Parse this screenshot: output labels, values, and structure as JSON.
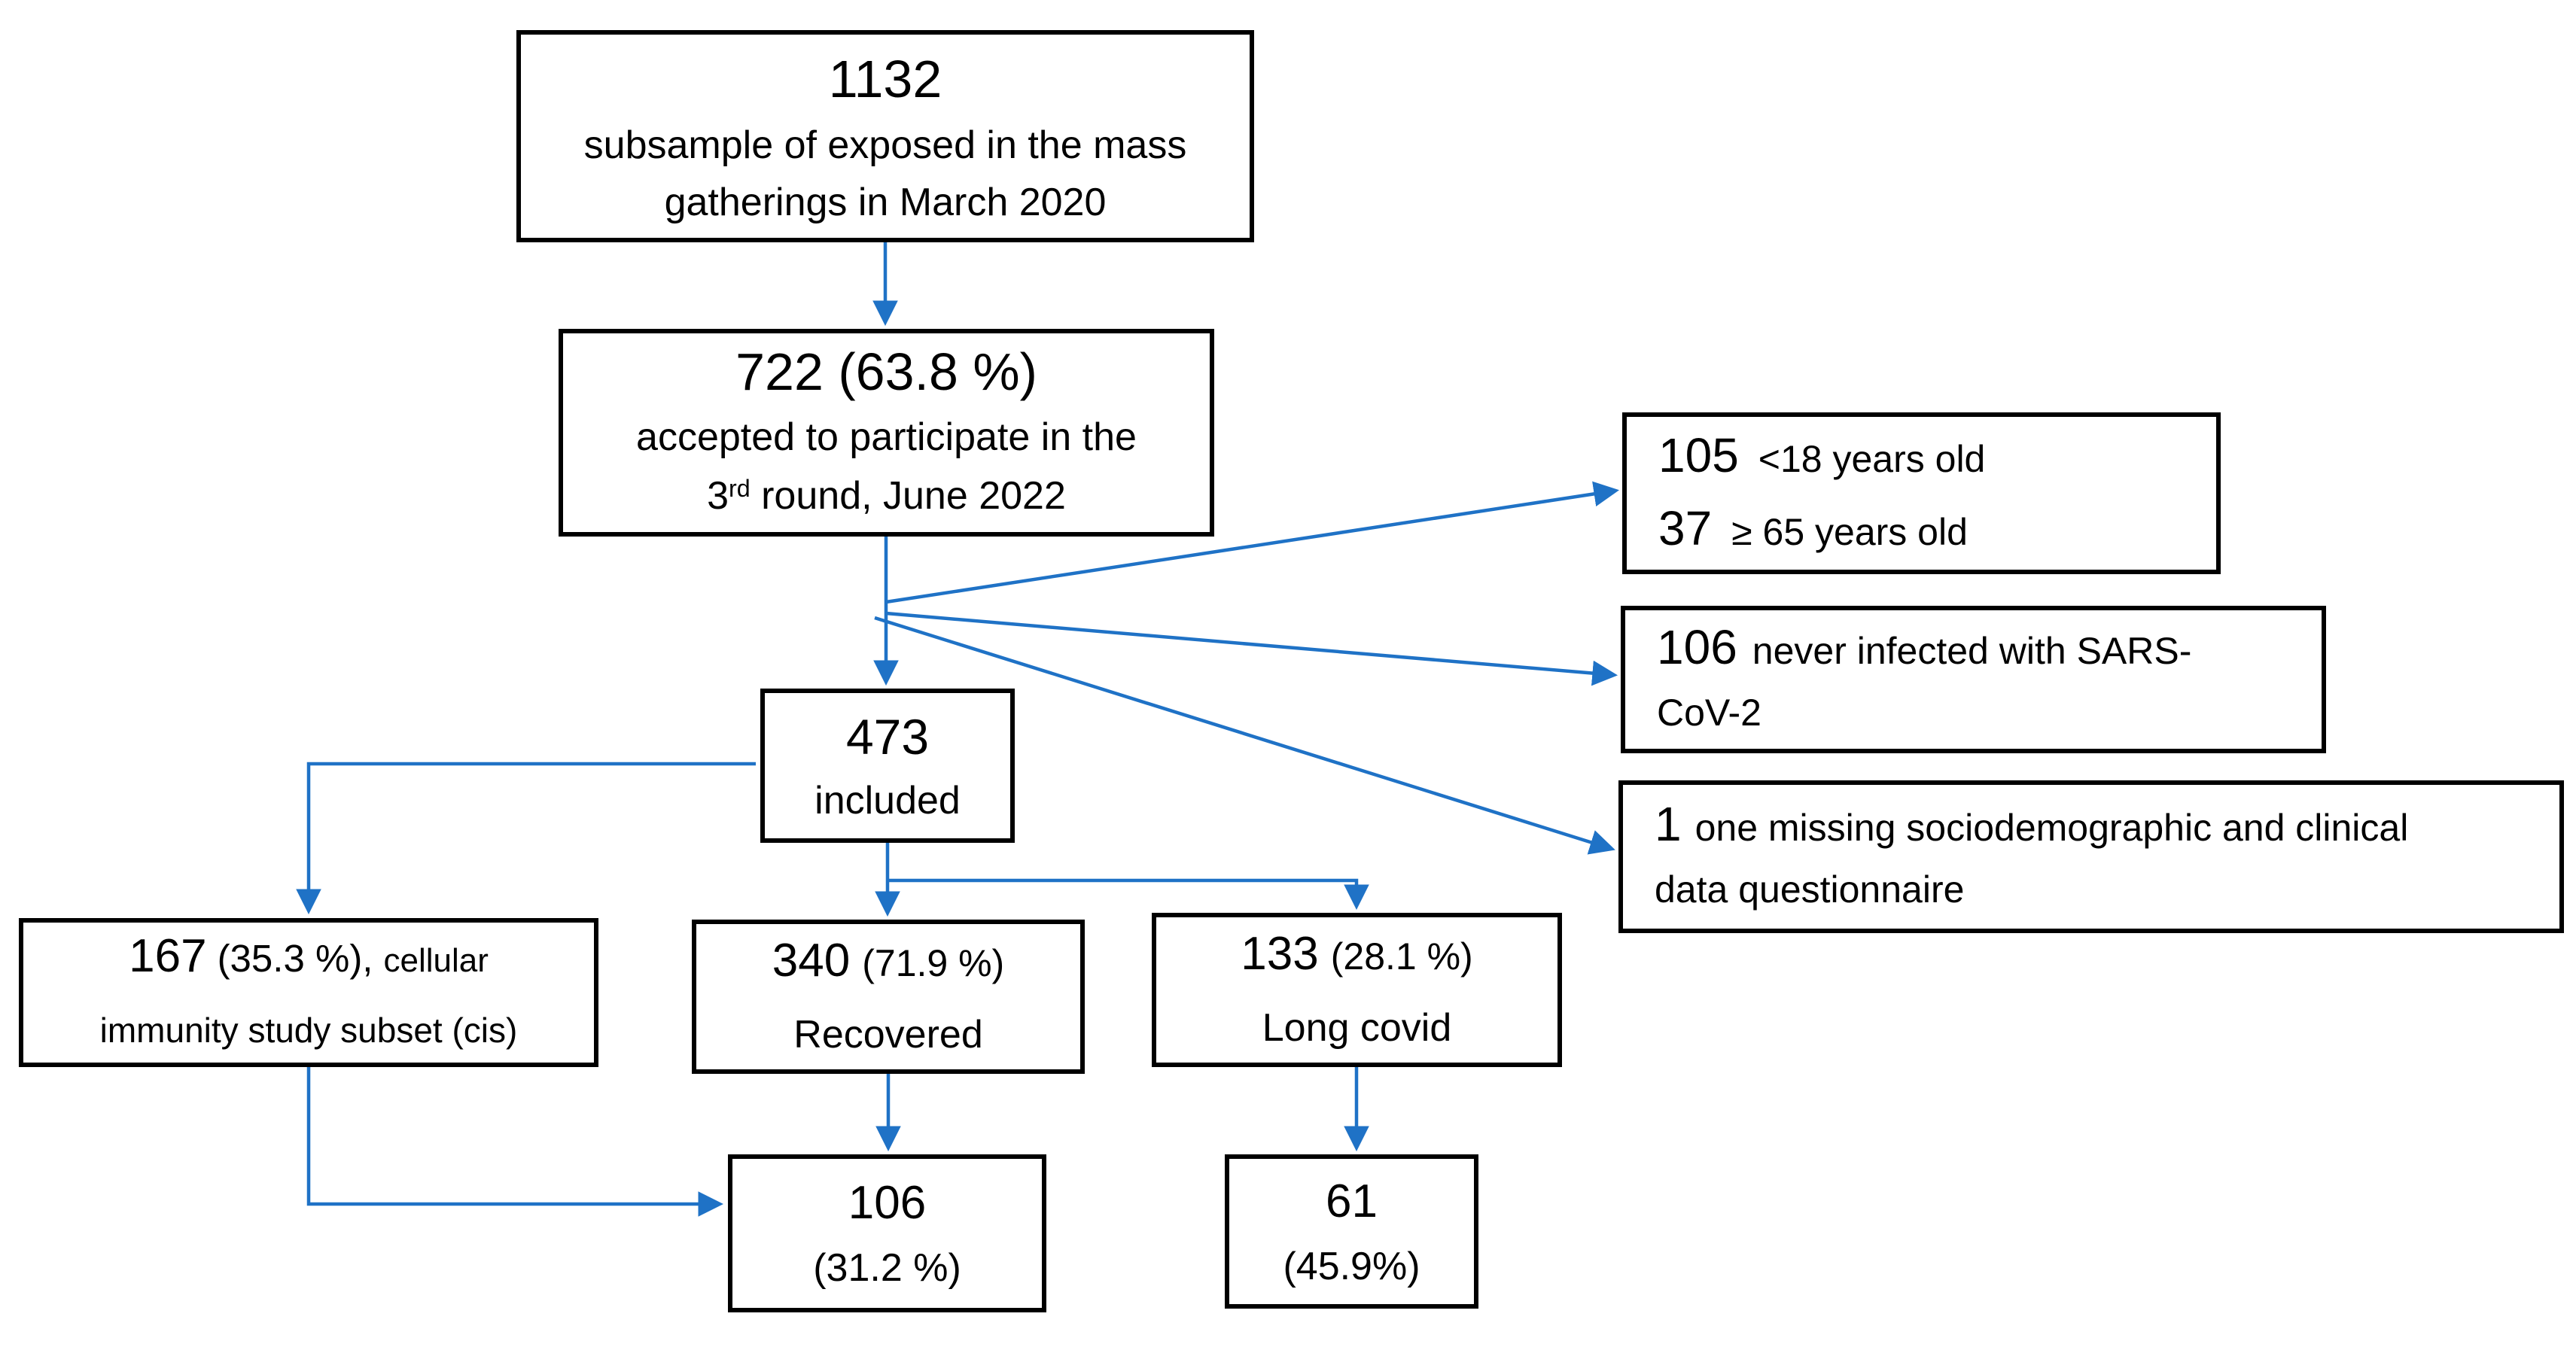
{
  "colors": {
    "arrow": "#1F72C6",
    "box_border": "#000000",
    "background": "#FFFFFF",
    "text": "#000000"
  },
  "nodes": {
    "subsample": {
      "number": "1132",
      "line1": "subsample of exposed in the mass",
      "line2": "gatherings in March 2020"
    },
    "accepted": {
      "number_line": "722 (63.8 %)",
      "line1": "accepted to participate in the",
      "line2_num": "3",
      "line2_sup": "rd",
      "line2_rest": " round, June 2022"
    },
    "included": {
      "number": "473",
      "label": "included"
    },
    "excluded_age": {
      "row1_number": "105",
      "row1_label": "<18 years old",
      "row2_number": "37",
      "row2_label": "≥ 65 years old"
    },
    "excluded_never_infected": {
      "number": "106",
      "line1": "never infected with SARS-",
      "line2": "CoV-2"
    },
    "excluded_missing_data": {
      "number": "1",
      "line1": "one missing sociodemographic and clinical",
      "line2": "data questionnaire"
    },
    "cis_subset": {
      "number": "167",
      "pct": "(35.3 %),",
      "suffix": "cellular",
      "line2": "immunity study subset (cis)"
    },
    "recovered": {
      "number": "340",
      "pct": "(71.9 %)",
      "label": "Recovered"
    },
    "long_covid": {
      "number": "133",
      "pct": "(28.1 %)",
      "label": "Long covid"
    },
    "recovered_cis": {
      "number": "106",
      "pct": "(31.2 %)"
    },
    "long_covid_cis": {
      "number": "61",
      "pct": "(45.9%)"
    }
  },
  "edges": [
    {
      "from": "subsample",
      "to": "accepted"
    },
    {
      "from": "accepted",
      "to": "included"
    },
    {
      "from": "accepted",
      "to": "excluded_age"
    },
    {
      "from": "accepted",
      "to": "excluded_never_infected"
    },
    {
      "from": "accepted",
      "to": "excluded_missing_data"
    },
    {
      "from": "included",
      "to": "cis_subset"
    },
    {
      "from": "included",
      "to": "recovered"
    },
    {
      "from": "included",
      "to": "long_covid"
    },
    {
      "from": "recovered",
      "to": "recovered_cis"
    },
    {
      "from": "long_covid",
      "to": "long_covid_cis"
    },
    {
      "from": "cis_subset",
      "to": "recovered_cis"
    }
  ]
}
